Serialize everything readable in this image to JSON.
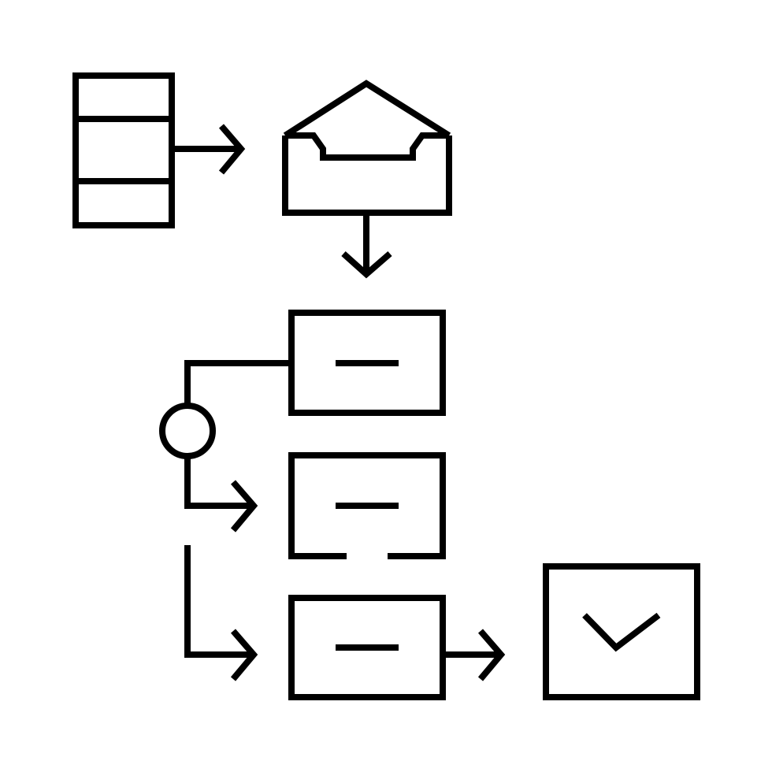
{
  "icon": {
    "name": "workflow-process-line-icon",
    "stroke_color": "#000000",
    "background_color": "#ffffff"
  },
  "nodes": [
    {
      "id": "database",
      "icon": "database-icon"
    },
    {
      "id": "inbox",
      "icon": "open-envelope-inbox-icon"
    },
    {
      "id": "step-1",
      "icon": "process-box-icon"
    },
    {
      "id": "step-2",
      "icon": "process-box-with-gap-icon"
    },
    {
      "id": "step-3",
      "icon": "process-box-icon"
    },
    {
      "id": "decision",
      "icon": "circle-node-icon"
    },
    {
      "id": "done",
      "icon": "checkmark-box-icon"
    }
  ]
}
